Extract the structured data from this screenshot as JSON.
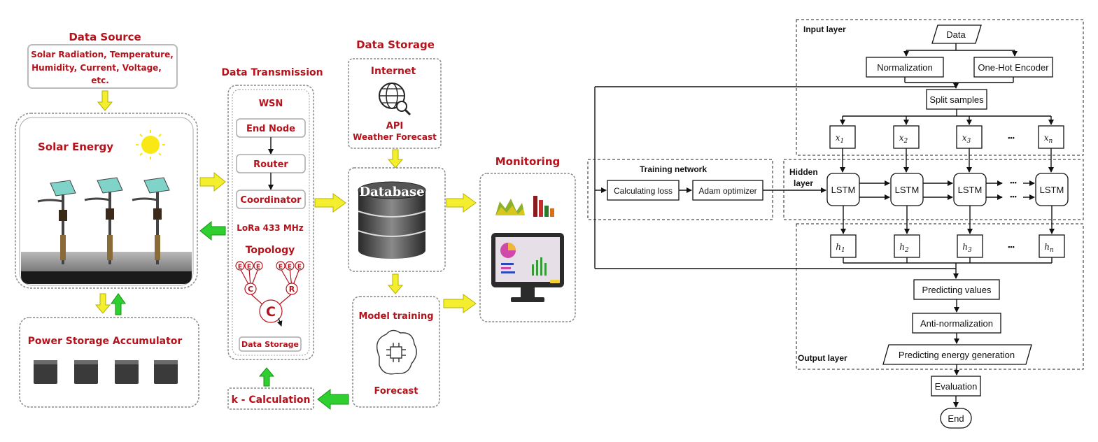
{
  "left": {
    "data_source": {
      "title": "Data Source",
      "lines": [
        "Solar Radiation, Temperature,",
        "Humidity, Current, Voltage,",
        "etc."
      ]
    },
    "solar_energy": "Solar Energy",
    "power_storage": "Power Storage Accumulator",
    "data_transmission": {
      "title": "Data Transmission",
      "wsn": "WSN",
      "end_node": "End Node",
      "router": "Router",
      "coordinator": "Coordinator",
      "lora": "LoRa 433 MHz",
      "topology": "Topology",
      "topo_e": "E",
      "topo_c": "C",
      "topo_r": "R",
      "data_storage": "Data Storage"
    },
    "k_calc": "k - Calculation",
    "data_storage": {
      "title": "Data Storage",
      "internet": "Internet",
      "api": "API",
      "weather": "Weather Forecast",
      "database": "Database"
    },
    "model_training": {
      "title": "Model training",
      "forecast": "Forecast"
    },
    "monitoring": "Monitoring"
  },
  "right": {
    "input_layer": "Input layer",
    "data": "Data",
    "normalization": "Normalization",
    "one_hot": "One-Hot Encoder",
    "split": "Split samples",
    "x_inputs": [
      {
        "base": "x",
        "sub": "1"
      },
      {
        "base": "x",
        "sub": "2"
      },
      {
        "base": "x",
        "sub": "3"
      },
      {
        "base": "x",
        "sub": "n"
      }
    ],
    "ellipsis": "•••",
    "hidden_layer": [
      "Hidden",
      "layer"
    ],
    "training_network": "Training network",
    "calc_loss": "Calculating loss",
    "adam": "Adam optimizer",
    "lstm": "LSTM",
    "h_outputs": [
      {
        "base": "h",
        "sub": "1"
      },
      {
        "base": "h",
        "sub": "2"
      },
      {
        "base": "h",
        "sub": "3"
      },
      {
        "base": "h",
        "sub": "n"
      }
    ],
    "predicting_values": "Predicting values",
    "anti_norm": "Anti-normalization",
    "output_layer": "Output layer",
    "predicting_energy": "Predicting energy generation",
    "evaluation": "Evaluation",
    "end": "End"
  }
}
